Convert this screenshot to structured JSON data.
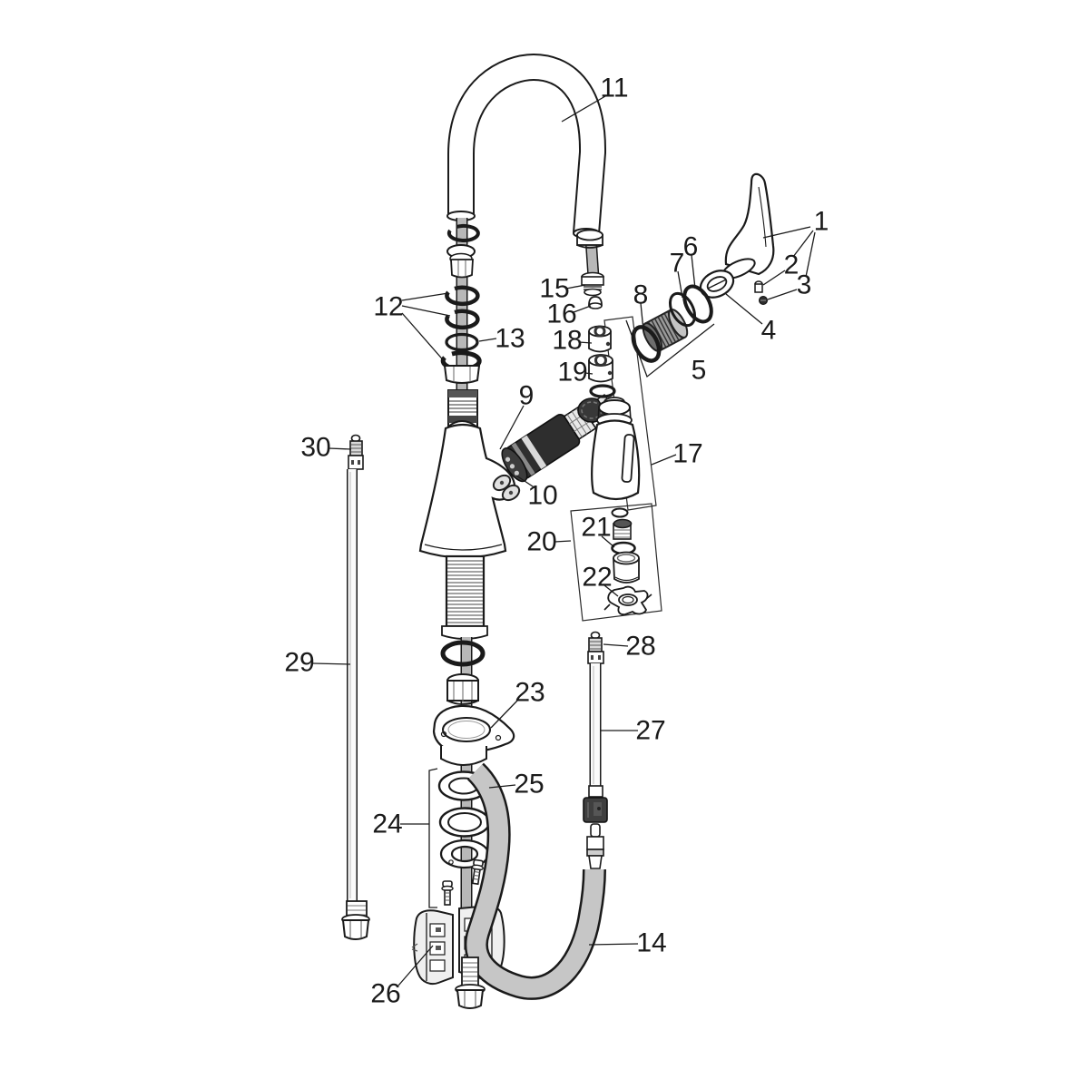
{
  "diagram": {
    "kind": "exploded-parts-diagram",
    "background": "#ffffff",
    "line_color": "#1a1a1a",
    "hose_gray": "#c6c6c6",
    "shaft_gray": "#b8b8b8",
    "dark_part": "#2e2e2e",
    "label_font_size": 30
  },
  "labels": {
    "l1": "1",
    "l2": "2",
    "l3": "3",
    "l4": "4",
    "l5": "5",
    "l6": "6",
    "l7": "7",
    "l8": "8",
    "l9": "9",
    "l10": "10",
    "l11": "11",
    "l12": "12",
    "l13": "13",
    "l14": "14",
    "l15": "15",
    "l16": "16",
    "l17": "17",
    "l18": "18",
    "l19": "19",
    "l20": "20",
    "l21": "21",
    "l22": "22",
    "l23": "23",
    "l24": "24",
    "l25": "25",
    "l26": "26",
    "l27": "27",
    "l28": "28",
    "l29": "29",
    "l30": "30"
  }
}
